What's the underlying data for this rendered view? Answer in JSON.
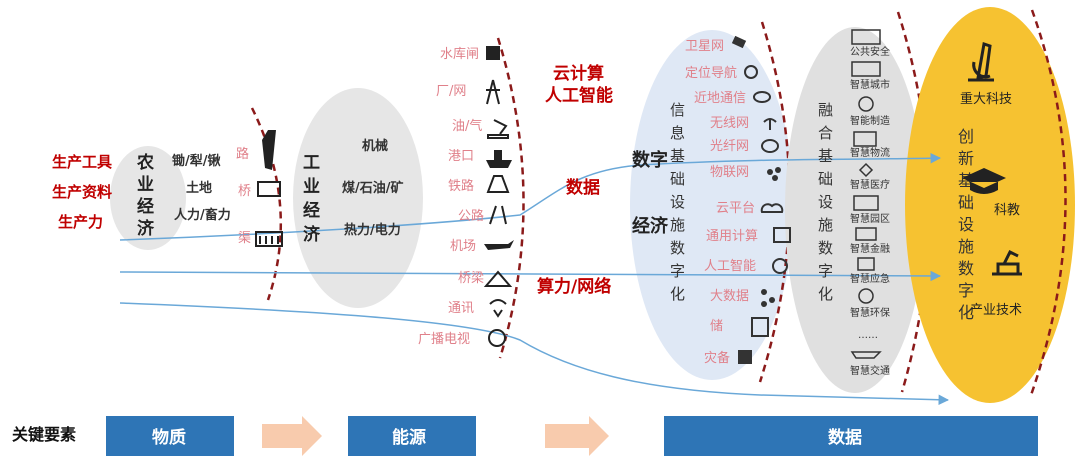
{
  "left_labels": [
    "生产工具",
    "生产资料",
    "生产力"
  ],
  "agri": {
    "title": [
      "农",
      "业",
      "经",
      "济"
    ],
    "items": [
      "锄/犁/锹",
      "土地",
      "人力/畜力"
    ],
    "infra": [
      "路",
      "桥",
      "渠"
    ]
  },
  "industry": {
    "title": [
      "工",
      "业",
      "经",
      "济"
    ],
    "items": [
      "机械",
      "煤/石油/矿",
      "热力/电力"
    ],
    "infra": [
      "水库闸",
      "厂/网",
      "油/气",
      "港口",
      "铁路",
      "公路",
      "机场",
      "桥梁",
      "通讯",
      "广播电视"
    ]
  },
  "cloud_ai": [
    "云计算",
    "人工智能"
  ],
  "data_label": "数据",
  "compute_label": "算力/网络",
  "digital": {
    "title": [
      "数字",
      "经济"
    ],
    "vertical": [
      "信",
      "息",
      "基",
      "础",
      "设",
      "施",
      "数",
      "字",
      "化"
    ],
    "infra": [
      "卫星网",
      "定位导航",
      "近地通信",
      "无线网",
      "光纤网",
      "物联网",
      "云平台",
      "通用计算",
      "人工智能",
      "大数据",
      "储",
      "灾备"
    ]
  },
  "fusion": {
    "vertical": [
      "融",
      "合",
      "基",
      "础",
      "设",
      "施",
      "数",
      "字",
      "化"
    ],
    "items": [
      "公共安全",
      "智慧城市",
      "智能制造",
      "智慧物流",
      "智慧医疗",
      "智慧园区",
      "智慧金融",
      "智慧应急",
      "智慧环保",
      "……",
      "智慧交通"
    ]
  },
  "innovation": {
    "vertical": [
      "创",
      "新",
      "基",
      "础",
      "设",
      "施",
      "数",
      "字",
      "化"
    ],
    "items": [
      "重大科技",
      "科教",
      "产业技术"
    ]
  },
  "bottom": {
    "key_label": "关键要素",
    "stages": [
      "物质",
      "能源",
      "数据"
    ]
  },
  "colors": {
    "gray_ellipse": "#e6e6e6",
    "blue_ellipse": "#dfe8f5",
    "yellow_ellipse": "#f6c231",
    "bar_blue": "#2e75b6",
    "arrow_orange": "#f8cbad",
    "dash_red": "#8b1a1a",
    "line_blue": "#6aa8d8",
    "label_red": "#c00000"
  }
}
